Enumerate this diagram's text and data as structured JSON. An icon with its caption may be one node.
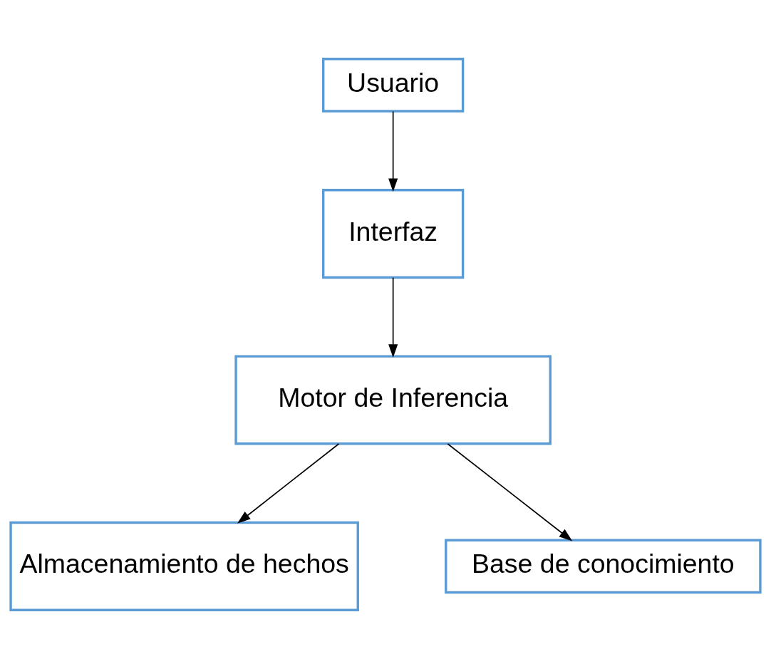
{
  "diagram": {
    "nodes": [
      {
        "text": [
          "Usuario"
        ]
      },
      {
        "text": [
          "Interfaz"
        ]
      },
      {
        "text": [
          "Motor de Inferencia"
        ]
      },
      {
        "text": [
          "Almacenamiento de hechos"
        ]
      },
      {
        "text": [
          "Base de conocimiento"
        ]
      }
    ],
    "edges": [
      {
        "from": 0,
        "to": 1,
        "arrow": "to"
      },
      {
        "from": 1,
        "to": 2,
        "arrow": "to"
      },
      {
        "from": 2,
        "to": 3,
        "arrow": "to"
      },
      {
        "from": 2,
        "to": 4,
        "arrow": "to"
      }
    ]
  }
}
